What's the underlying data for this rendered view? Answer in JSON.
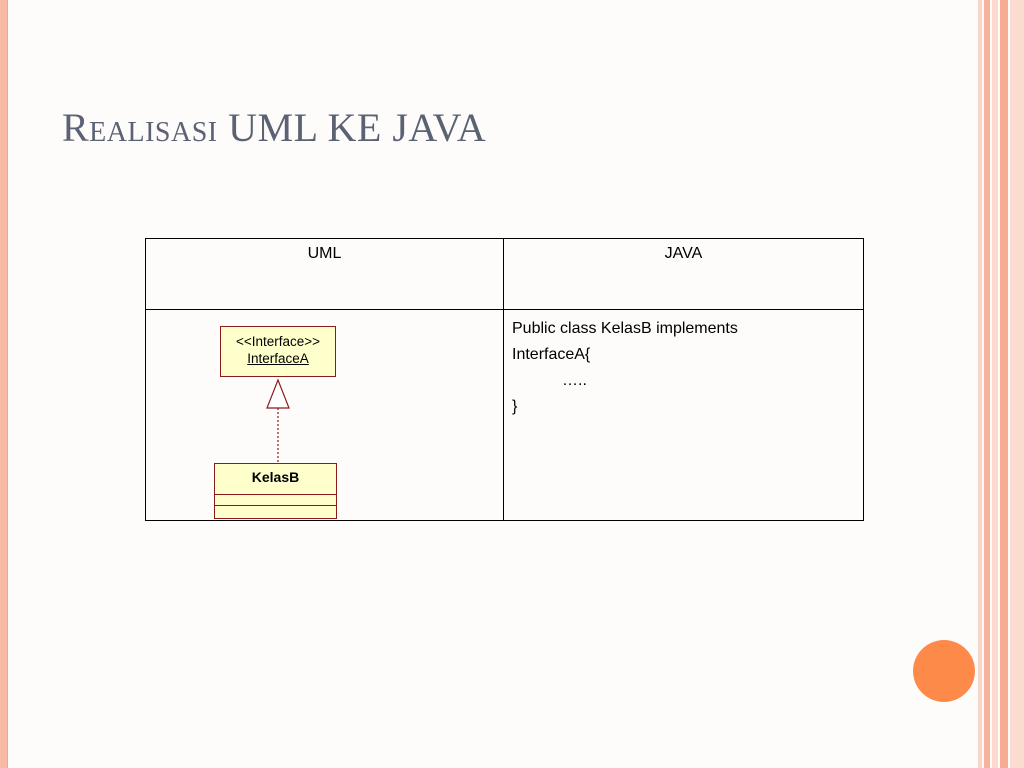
{
  "slide": {
    "title": "Realisasi UML KE JAVA"
  },
  "table": {
    "headers": [
      "UML",
      "JAVA"
    ]
  },
  "uml": {
    "interface_stereotype": "<<Interface>>",
    "interface_name": "InterfaceA",
    "class_name": "KelasB"
  },
  "java": {
    "lines": [
      "Public class KelasB implements",
      "InterfaceA{",
      "…..",
      "}"
    ]
  },
  "colors": {
    "title": "#5b6273",
    "uml_fill": "#ffffcc",
    "uml_border": "#8b1a1a",
    "accent_circle": "#fe8a4a",
    "border_stripe": "#f7b29b"
  }
}
